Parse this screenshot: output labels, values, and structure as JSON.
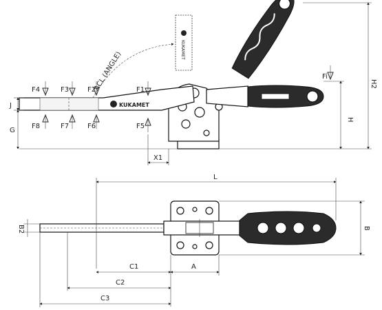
{
  "labels": {
    "angle": "ACL (ANGLE)",
    "j": "J",
    "g": "G",
    "h": "H",
    "h2": "H2",
    "x1": "X1",
    "l": "L",
    "b": "B",
    "b2": "B2",
    "a": "A",
    "c1": "C1",
    "c2": "C2",
    "c3": "C3",
    "f1": "F1",
    "f2": "F2",
    "f3": "F3",
    "f4": "F4",
    "f5": "F5",
    "f6": "F6",
    "f7": "F7",
    "f8": "F8",
    "fi": "Fi"
  },
  "brand": {
    "lettering": "KUKAMET"
  },
  "icons": [
    "force-arrow-down-icon",
    "force-arrow-up-icon",
    "brand-logo-icon"
  ]
}
